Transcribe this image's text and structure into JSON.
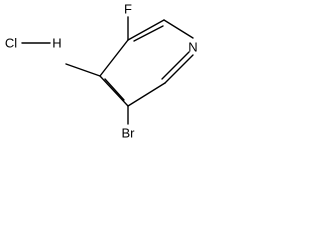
{
  "molecule": {
    "hcl": {
      "cl_label": "Cl",
      "h_label": "H"
    },
    "ring_atoms": {
      "n_label": "N",
      "f_label": "F",
      "br_label": "Br"
    }
  }
}
